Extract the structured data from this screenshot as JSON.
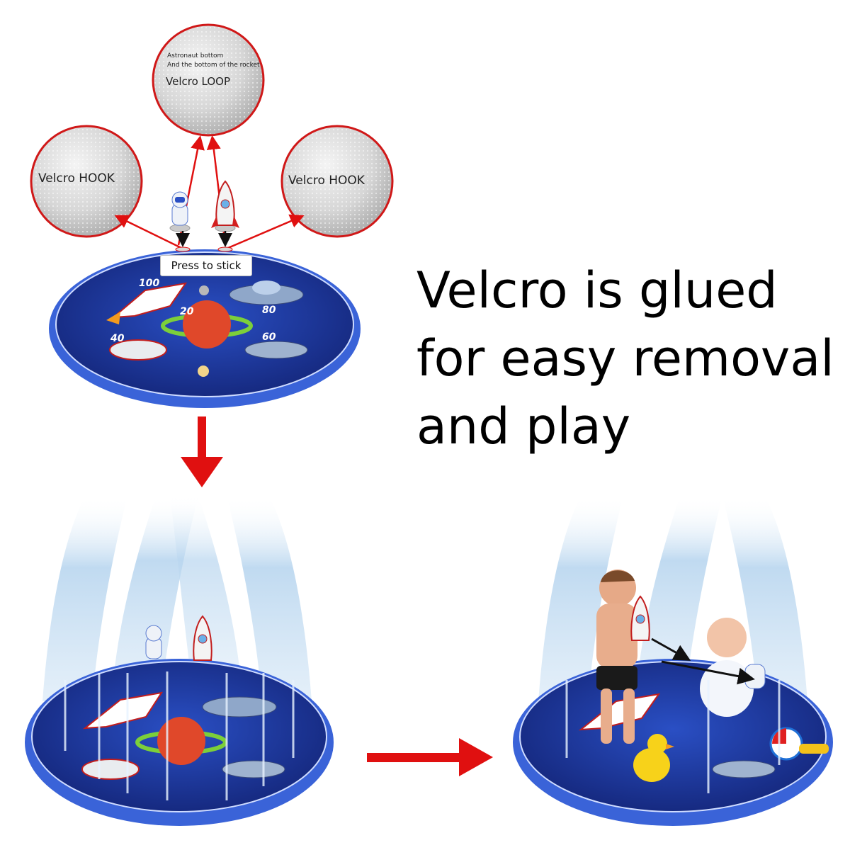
{
  "callouts": {
    "top": {
      "note_line1": "Astronaut bottom",
      "note_line2": "And the bottom of the rocket",
      "label": "Velcro LOOP"
    },
    "left": {
      "label": "Velcro HOOK"
    },
    "right": {
      "label": "Velcro HOOK"
    }
  },
  "press_label": "Press to stick",
  "headline": {
    "line1": "Velcro is glued",
    "line2": "for easy removal",
    "line3": "and play"
  },
  "mat_scores": [
    "100",
    "20",
    "80",
    "40",
    "60"
  ],
  "colors": {
    "arrow_red": "#e01010",
    "circle_border": "#d01818",
    "mat_blue": "#1d3a9a",
    "mat_rim": "#3a63d8",
    "planet": "#e0482a",
    "water": "#bcd8f0"
  }
}
